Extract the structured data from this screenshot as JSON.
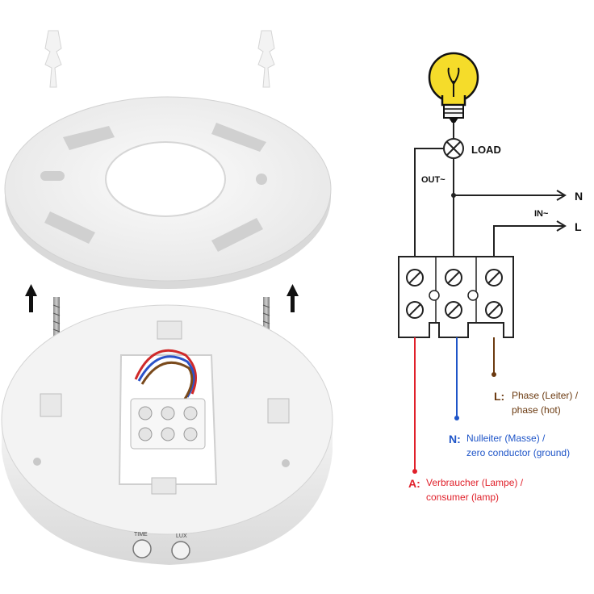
{
  "diagram": {
    "load_label": "LOAD",
    "out_label": "OUT~",
    "in_label": "IN~",
    "n_terminal": "N",
    "l_terminal": "L",
    "dial_time": "TIME",
    "dial_lux": "LUX"
  },
  "legend": {
    "phase": {
      "key": "L:",
      "line1": "Phase (Leiter) /",
      "line2": "phase (hot)",
      "color": "#6b3a10"
    },
    "neutral": {
      "key": "N:",
      "line1": "Nulleiter (Masse) /",
      "line2": "zero conductor (ground)",
      "color": "#1f55c8"
    },
    "consumer": {
      "key": "A:",
      "line1": "Verbraucher (Lampe) /",
      "line2": "consumer (lamp)",
      "color": "#e0202a"
    }
  },
  "colors": {
    "wire": "#222222",
    "bulb": "#f5dc2a",
    "plate": "#ececec",
    "plate_edge": "#cfcfcf"
  }
}
